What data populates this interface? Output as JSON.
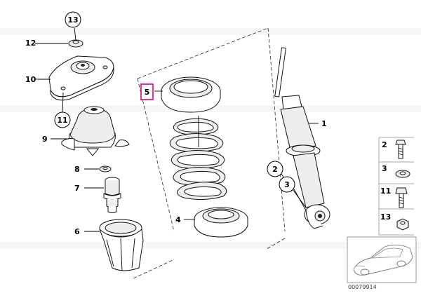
{
  "callouts": {
    "c1": "1",
    "c2": "2",
    "c3": "3",
    "c4": "4",
    "c5": "5",
    "c6": "6",
    "c7": "7",
    "c8": "8",
    "c9": "9",
    "c10": "10",
    "c11": "11",
    "c12": "12",
    "c13": "13"
  },
  "highlighted_callout": "5",
  "highlight_color": "#e0007a",
  "legend": {
    "items": [
      {
        "label": "2",
        "icon": "bolt-icon"
      },
      {
        "label": "3",
        "icon": "washer-icon"
      },
      {
        "label": "11",
        "icon": "hex-bolt-icon"
      },
      {
        "label": "13",
        "icon": "nut-icon"
      }
    ]
  },
  "vehicle_thumbnail": {
    "icon": "car-icon"
  },
  "document_number": "00079914"
}
